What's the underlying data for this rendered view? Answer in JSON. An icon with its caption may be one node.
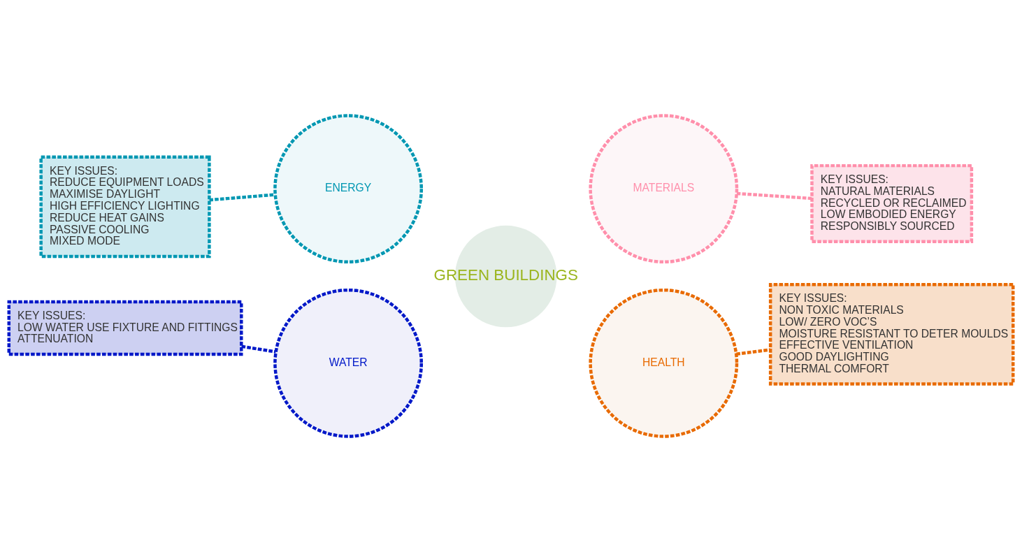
{
  "diagram": {
    "nodes": [
      {
        "text": [
          "KEY ISSUES:",
          "REDUCE EQUIPMENT LOADS",
          "MAXIMISE DAYLIGHT",
          "HIGH EFFICIENCY LIGHTING",
          "REDUCE HEAT GAINS",
          "PASSIVE COOLING",
          "MIXED MODE"
        ]
      },
      {
        "text": [
          "ENERGY"
        ]
      },
      {
        "text": [
          "MATERIALS"
        ]
      },
      {
        "text": [
          "KEY ISSUES:",
          "NATURAL MATERIALS",
          "RECYCLED OR RECLAIMED",
          "LOW EMBODIED ENERGY",
          "RESPONSIBLY SOURCED"
        ]
      },
      {
        "text": [
          "KEY ISSUES:",
          "LOW WATER USE FIXTURE AND FITTINGS",
          "ATTENUATION"
        ]
      },
      {
        "text": [
          "WATER"
        ]
      },
      {
        "text": [
          "HEALTH"
        ]
      },
      {
        "text": [
          "KEY ISSUES:",
          "NON TOXIC MATERIALS",
          "LOW/ ZERO VOC’S",
          "MOISTURE RESISTANT TO DETER MOULDS",
          "EFFECTIVE VENTILATION",
          "GOOD DAYLIGHTING",
          "THERMAL COMFORT"
        ]
      },
      {
        "text": [
          "GREEN BUILDINGS"
        ]
      }
    ],
    "edges": [
      {
        "from": 0,
        "to": 1,
        "arrow": "none",
        "style": "dashed",
        "color": "#0097b2"
      },
      {
        "from": 2,
        "to": 3,
        "arrow": "none",
        "style": "dashed",
        "color": "#ff8fab"
      },
      {
        "from": 4,
        "to": 5,
        "arrow": "none",
        "style": "dashed",
        "color": "#0018c8"
      },
      {
        "from": 6,
        "to": 7,
        "arrow": "none",
        "style": "dashed",
        "color": "#e86a00"
      }
    ]
  }
}
